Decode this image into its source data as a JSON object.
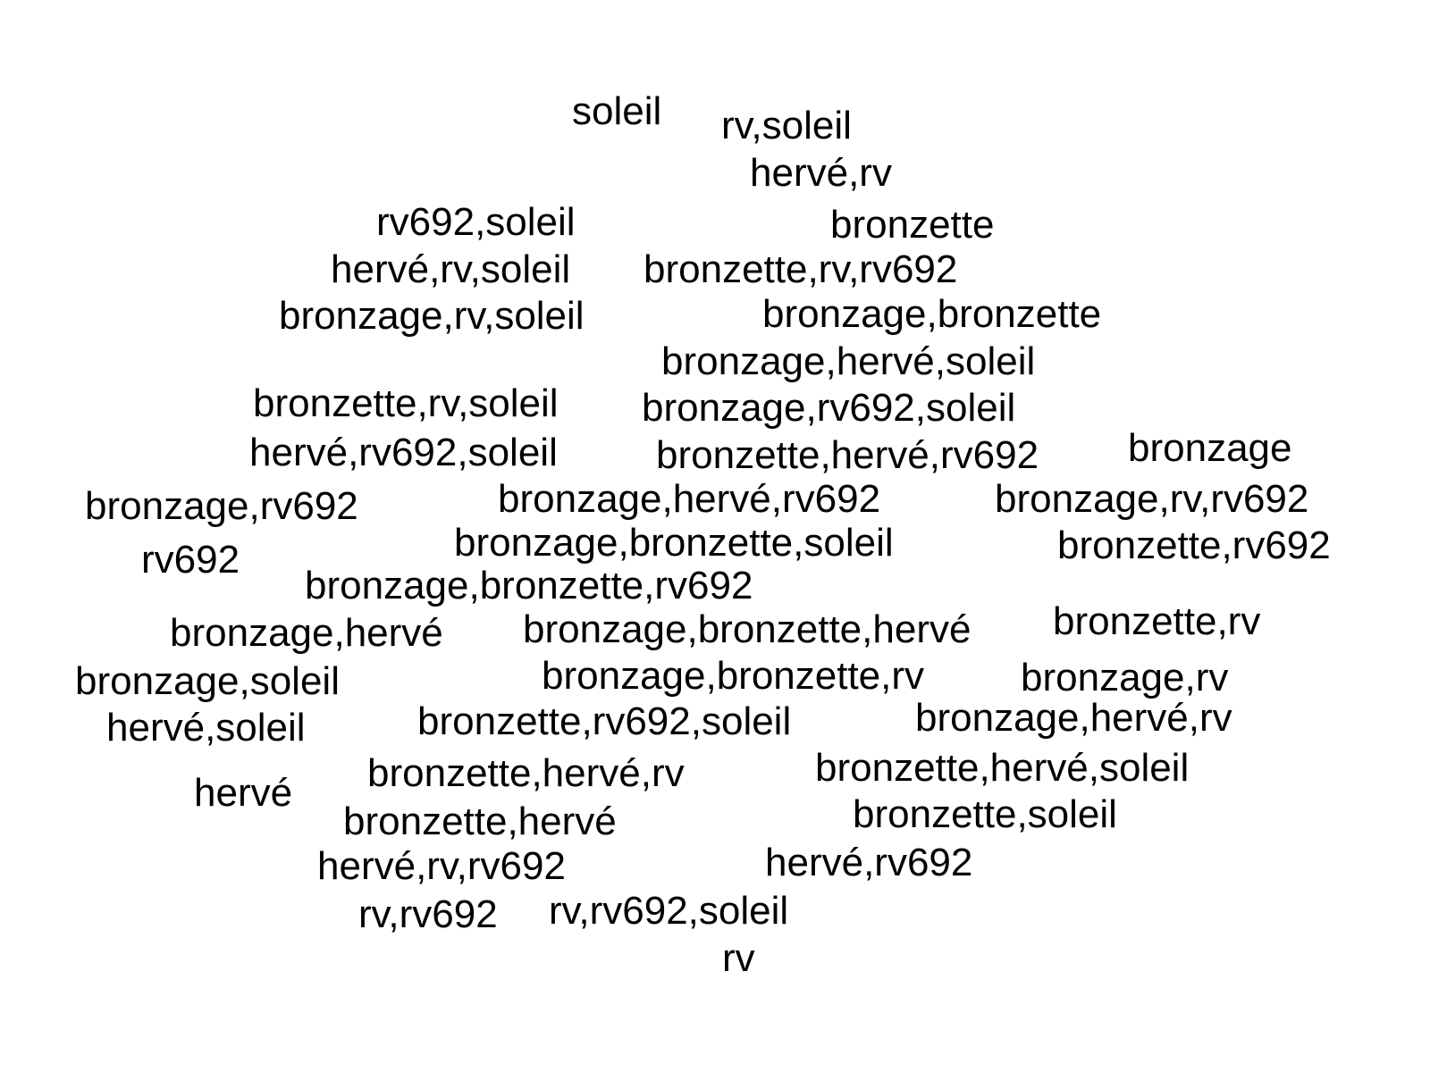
{
  "word_cloud": {
    "words": [
      "soleil",
      "rv,soleil",
      "hervé,rv",
      "rv692,soleil",
      "bronzette",
      "hervé,rv,soleil",
      "bronzette,rv,rv692",
      "bronzage,rv,soleil",
      "bronzage,bronzette",
      "bronzage,hervé,soleil",
      "bronzette,rv,soleil",
      "bronzage,rv692,soleil",
      "hervé,rv692,soleil",
      "bronzette,hervé,rv692",
      "bronzage",
      "bronzage,rv692",
      "bronzage,hervé,rv692",
      "bronzage,rv,rv692",
      "bronzage,bronzette,soleil",
      "bronzette,rv692",
      "rv692",
      "bronzage,bronzette,rv692",
      "bronzage,hervé",
      "bronzage,bronzette,hervé",
      "bronzette,rv",
      "bronzage,soleil",
      "bronzage,bronzette,rv",
      "bronzage,rv",
      "hervé,soleil",
      "bronzette,rv692,soleil",
      "bronzage,hervé,rv",
      "bronzette,hervé,rv",
      "bronzette,hervé,soleil",
      "hervé",
      "bronzette,soleil",
      "bronzette,hervé",
      "hervé,rv692",
      "hervé,rv,rv692",
      "rv,rv692,soleil",
      "rv,rv692",
      "rv"
    ]
  }
}
